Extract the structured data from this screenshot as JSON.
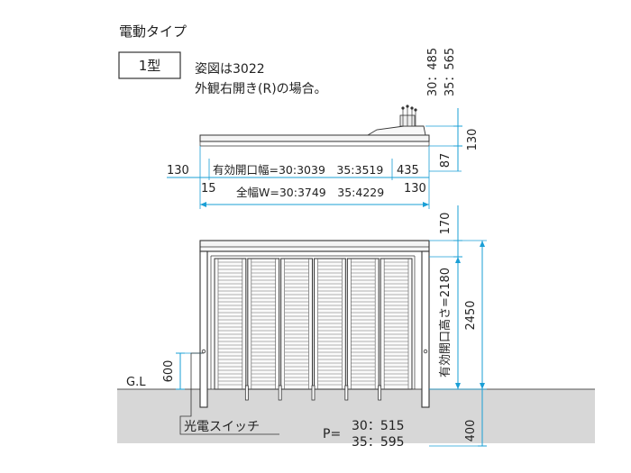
{
  "header": {
    "title": "電動タイプ",
    "model_label": "1型",
    "note_line1": "姿図は3022",
    "note_line2": "外観右開き(R)の場合。"
  },
  "plan": {
    "left_offset": "130",
    "effective_opening": "有効開口幅=30:3039　35:3519",
    "right_offset": "435",
    "small_left": "15",
    "total_width": "全幅W=30:3749　35:4229",
    "small_right": "130",
    "height_130": "130",
    "height_87": "87",
    "top_heights_30": "30：485",
    "top_heights_35": "35：565"
  },
  "elevation": {
    "gl": "G.L",
    "switch_height": "600",
    "top_170": "170",
    "effective_height": "有効開口高さ=2180",
    "total_height": "2450",
    "foundation": "400",
    "switch_label": "光電スイッチ",
    "pitch_label": "P=",
    "pitch_30": "30：515",
    "pitch_35": "35：595"
  },
  "colors": {
    "dimension": "#1a9fd6",
    "line": "#333333",
    "ground": "#d7d7d7"
  }
}
